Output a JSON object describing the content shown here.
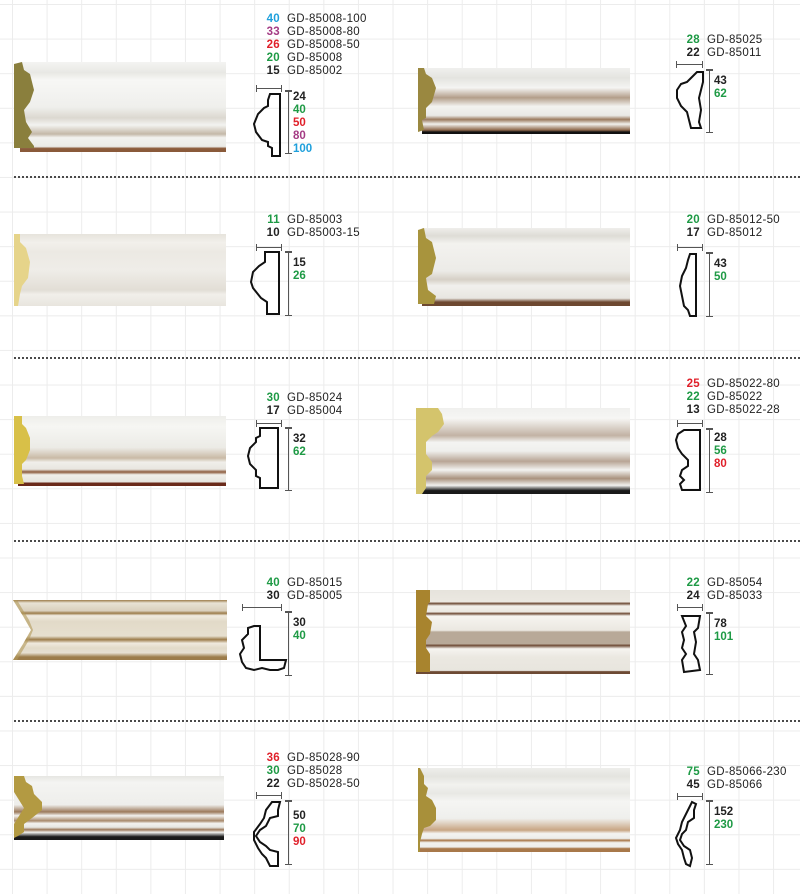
{
  "colors": {
    "black": "#222222",
    "green": "#1e9a45",
    "red": "#e0202a",
    "purple": "#a43b84",
    "blue": "#1fa0dc"
  },
  "products": [
    {
      "codes": [
        {
          "num": "40",
          "color": "#1fa0dc",
          "label": "GD-85008-100"
        },
        {
          "num": "33",
          "color": "#a43b84",
          "label": "GD-85008-80"
        },
        {
          "num": "26",
          "color": "#e0202a",
          "label": "GD-85008-50"
        },
        {
          "num": "20",
          "color": "#1e9a45",
          "label": "GD-85008"
        },
        {
          "num": "15",
          "color": "#222222",
          "label": "GD-85002"
        }
      ],
      "heights": [
        {
          "v": "24",
          "color": "#222222"
        },
        {
          "v": "40",
          "color": "#1e9a45"
        },
        {
          "v": "50",
          "color": "#e0202a"
        },
        {
          "v": "80",
          "color": "#a43b84"
        },
        {
          "v": "100",
          "color": "#1fa0dc"
        }
      ]
    },
    {
      "codes": [
        {
          "num": "28",
          "color": "#1e9a45",
          "label": "GD-85025"
        },
        {
          "num": "22",
          "color": "#222222",
          "label": "GD-85011"
        }
      ],
      "heights": [
        {
          "v": "43",
          "color": "#222222"
        },
        {
          "v": "62",
          "color": "#1e9a45"
        }
      ]
    },
    {
      "codes": [
        {
          "num": "11",
          "color": "#1e9a45",
          "label": "GD-85003"
        },
        {
          "num": "10",
          "color": "#222222",
          "label": "GD-85003-15"
        }
      ],
      "heights": [
        {
          "v": "15",
          "color": "#222222"
        },
        {
          "v": "26",
          "color": "#1e9a45"
        }
      ]
    },
    {
      "codes": [
        {
          "num": "20",
          "color": "#1e9a45",
          "label": "GD-85012-50"
        },
        {
          "num": "17",
          "color": "#222222",
          "label": "GD-85012"
        }
      ],
      "heights": [
        {
          "v": "43",
          "color": "#222222"
        },
        {
          "v": "50",
          "color": "#1e9a45"
        }
      ]
    },
    {
      "codes": [
        {
          "num": "30",
          "color": "#1e9a45",
          "label": "GD-85024"
        },
        {
          "num": "17",
          "color": "#222222",
          "label": "GD-85004"
        }
      ],
      "heights": [
        {
          "v": "32",
          "color": "#222222"
        },
        {
          "v": "62",
          "color": "#1e9a45"
        }
      ]
    },
    {
      "codes": [
        {
          "num": "25",
          "color": "#e0202a",
          "label": "GD-85022-80"
        },
        {
          "num": "22",
          "color": "#1e9a45",
          "label": "GD-85022"
        },
        {
          "num": "13",
          "color": "#222222",
          "label": "GD-85022-28"
        }
      ],
      "heights": [
        {
          "v": "28",
          "color": "#222222"
        },
        {
          "v": "56",
          "color": "#1e9a45"
        },
        {
          "v": "80",
          "color": "#e0202a"
        }
      ]
    },
    {
      "codes": [
        {
          "num": "40",
          "color": "#1e9a45",
          "label": "GD-85015"
        },
        {
          "num": "30",
          "color": "#222222",
          "label": "GD-85005"
        }
      ],
      "heights": [
        {
          "v": "30",
          "color": "#222222"
        },
        {
          "v": "40",
          "color": "#1e9a45"
        }
      ]
    },
    {
      "codes": [
        {
          "num": "22",
          "color": "#1e9a45",
          "label": "GD-85054"
        },
        {
          "num": "24",
          "color": "#222222",
          "label": "GD-85033"
        }
      ],
      "heights": [
        {
          "v": "78",
          "color": "#222222"
        },
        {
          "v": "101",
          "color": "#1e9a45"
        }
      ]
    },
    {
      "codes": [
        {
          "num": "36",
          "color": "#e0202a",
          "label": "GD-85028-90"
        },
        {
          "num": "30",
          "color": "#1e9a45",
          "label": "GD-85028"
        },
        {
          "num": "22",
          "color": "#222222",
          "label": "GD-85028-50"
        }
      ],
      "heights": [
        {
          "v": "50",
          "color": "#222222"
        },
        {
          "v": "70",
          "color": "#1e9a45"
        },
        {
          "v": "90",
          "color": "#e0202a"
        }
      ]
    },
    {
      "codes": [
        {
          "num": "75",
          "color": "#1e9a45",
          "label": "GD-85066-230"
        },
        {
          "num": "45",
          "color": "#222222",
          "label": "GD-85066"
        }
      ],
      "heights": [
        {
          "v": "152",
          "color": "#222222"
        },
        {
          "v": "230",
          "color": "#1e9a45"
        }
      ]
    }
  ]
}
